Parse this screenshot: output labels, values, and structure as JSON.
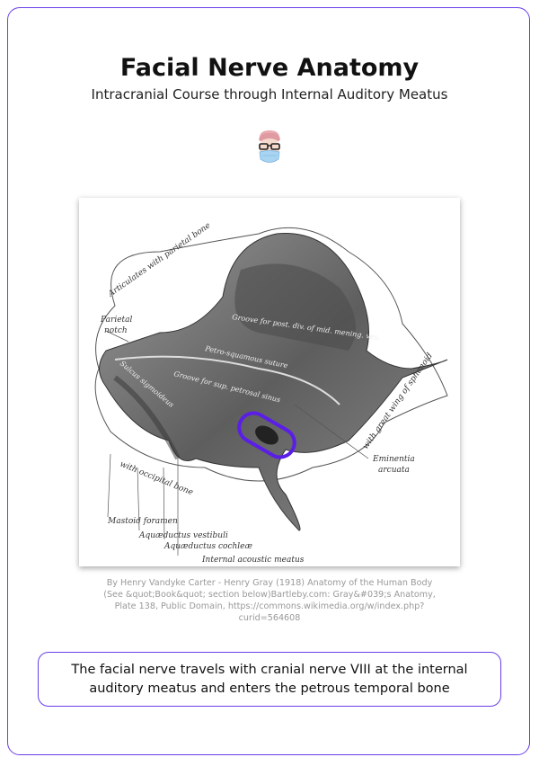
{
  "header": {
    "title": "Facial Nerve Anatomy",
    "subtitle": "Intracranial Course through Internal Auditory Meatus",
    "avatar_icon": "doctor-mask-avatar-icon"
  },
  "figure": {
    "labels": {
      "parietal": "Articulates with parietal bone",
      "parietal_notch_1": "Parietal",
      "parietal_notch_2": "notch",
      "groove_mening": "Groove for post. div. of mid. mening. ves.",
      "petro_squamous": "Petro-squamous suture",
      "groove_petrosal": "Groove for sup. petrosal sinus",
      "sulcus_sigmoid": "Sulcus sigmoideus",
      "sphenoid": "with great wing of sphenoid",
      "eminentia_1": "Eminentia",
      "eminentia_2": "arcuata",
      "occipital": "with occipital bone",
      "mastoid": "Mastoid foramen",
      "vestibuli": "Aquæductus vestibuli",
      "cochleae": "Aquæductus cochleæ",
      "meatus": "Internal acoustic meatus"
    },
    "highlight_color": "#5a1ee6",
    "caption": "By Henry Vandyke Carter - Henry Gray (1918) Anatomy of the Human Body (See &quot;Book&quot; section below)Bartleby.com: Gray&#039;s Anatomy, Plate 138, Public Domain, https://commons.wikimedia.org/w/index.php?curid=564608"
  },
  "info": {
    "text": "The facial nerve travels with cranial nerve VIII at the internal auditory meatus and enters the petrous temporal bone"
  }
}
